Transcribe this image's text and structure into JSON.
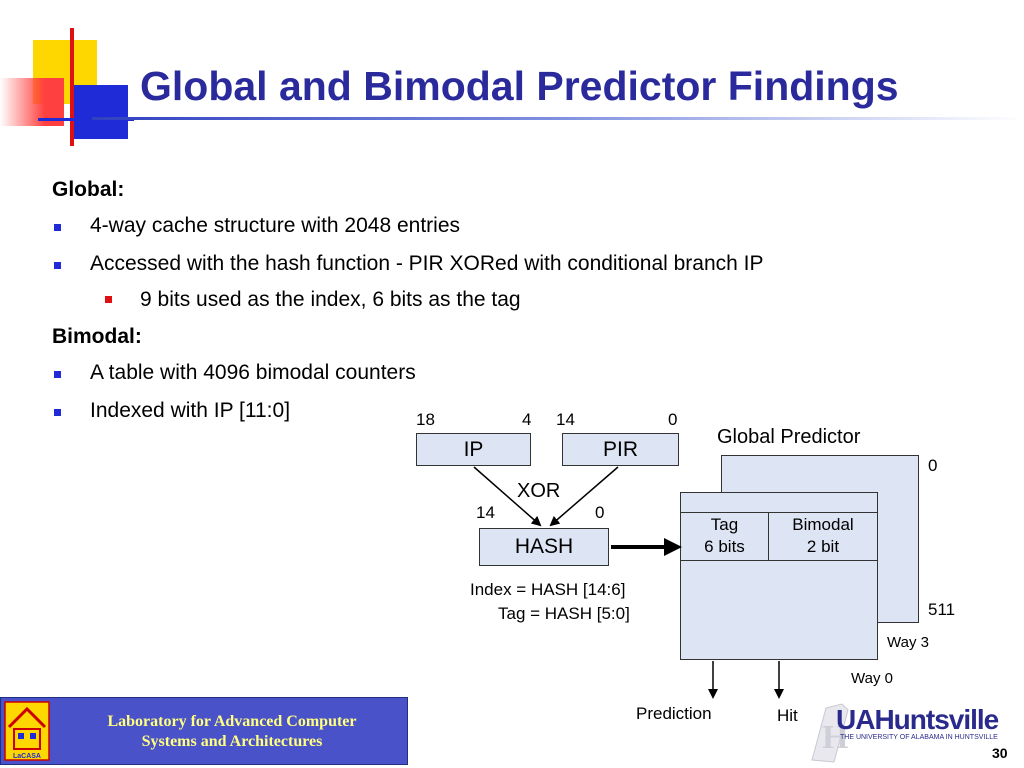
{
  "slide": {
    "title": "Global and Bimodal Predictor Findings",
    "page_number": "30"
  },
  "bullets": {
    "global_heading": "Global:",
    "global_1": "4-way cache structure with 2048 entries",
    "global_2": "Accessed with the hash function - PIR XORed with conditional branch IP",
    "global_2_sub": "9 bits used as the index, 6 bits as the tag",
    "bimodal_heading": "Bimodal:",
    "bimodal_1": "A table with 4096 bimodal counters",
    "bimodal_2": "Indexed with IP [11:0]"
  },
  "diagram": {
    "ip_label": "IP",
    "ip_hi": "18",
    "ip_lo": "4",
    "pir_label": "PIR",
    "pir_hi": "14",
    "pir_lo": "0",
    "xor_label": "XOR",
    "hash_label": "HASH",
    "hash_hi": "14",
    "hash_lo": "0",
    "index_eq": "Index = HASH [14:6]",
    "tag_eq": "Tag = HASH [5:0]",
    "global_predictor": "Global Predictor",
    "row_first": "0",
    "row_last": "511",
    "tag_cell_1": "Tag",
    "tag_cell_2": "6 bits",
    "bimodal_cell_1": "Bimodal",
    "bimodal_cell_2": "2 bit",
    "way_3": "Way 3",
    "way_0": "Way 0",
    "prediction": "Prediction",
    "hit": "Hit"
  },
  "footer": {
    "lab_line_1": "Laboratory for Advanced Computer",
    "lab_line_2": "Systems and Architectures",
    "lab_logo_text": "LaCASA",
    "uah_logo": "UAHuntsville",
    "uah_sub": "THE UNIVERSITY OF ALABAMA IN HUNTSVILLE"
  },
  "colors": {
    "title": "#2a2a9c",
    "bullet_blue": "#1f2bd6",
    "bullet_red": "#e01010",
    "box_fill": "#dde4f4",
    "footer_bg": "#4a52c9",
    "footer_text": "#ffff80"
  }
}
